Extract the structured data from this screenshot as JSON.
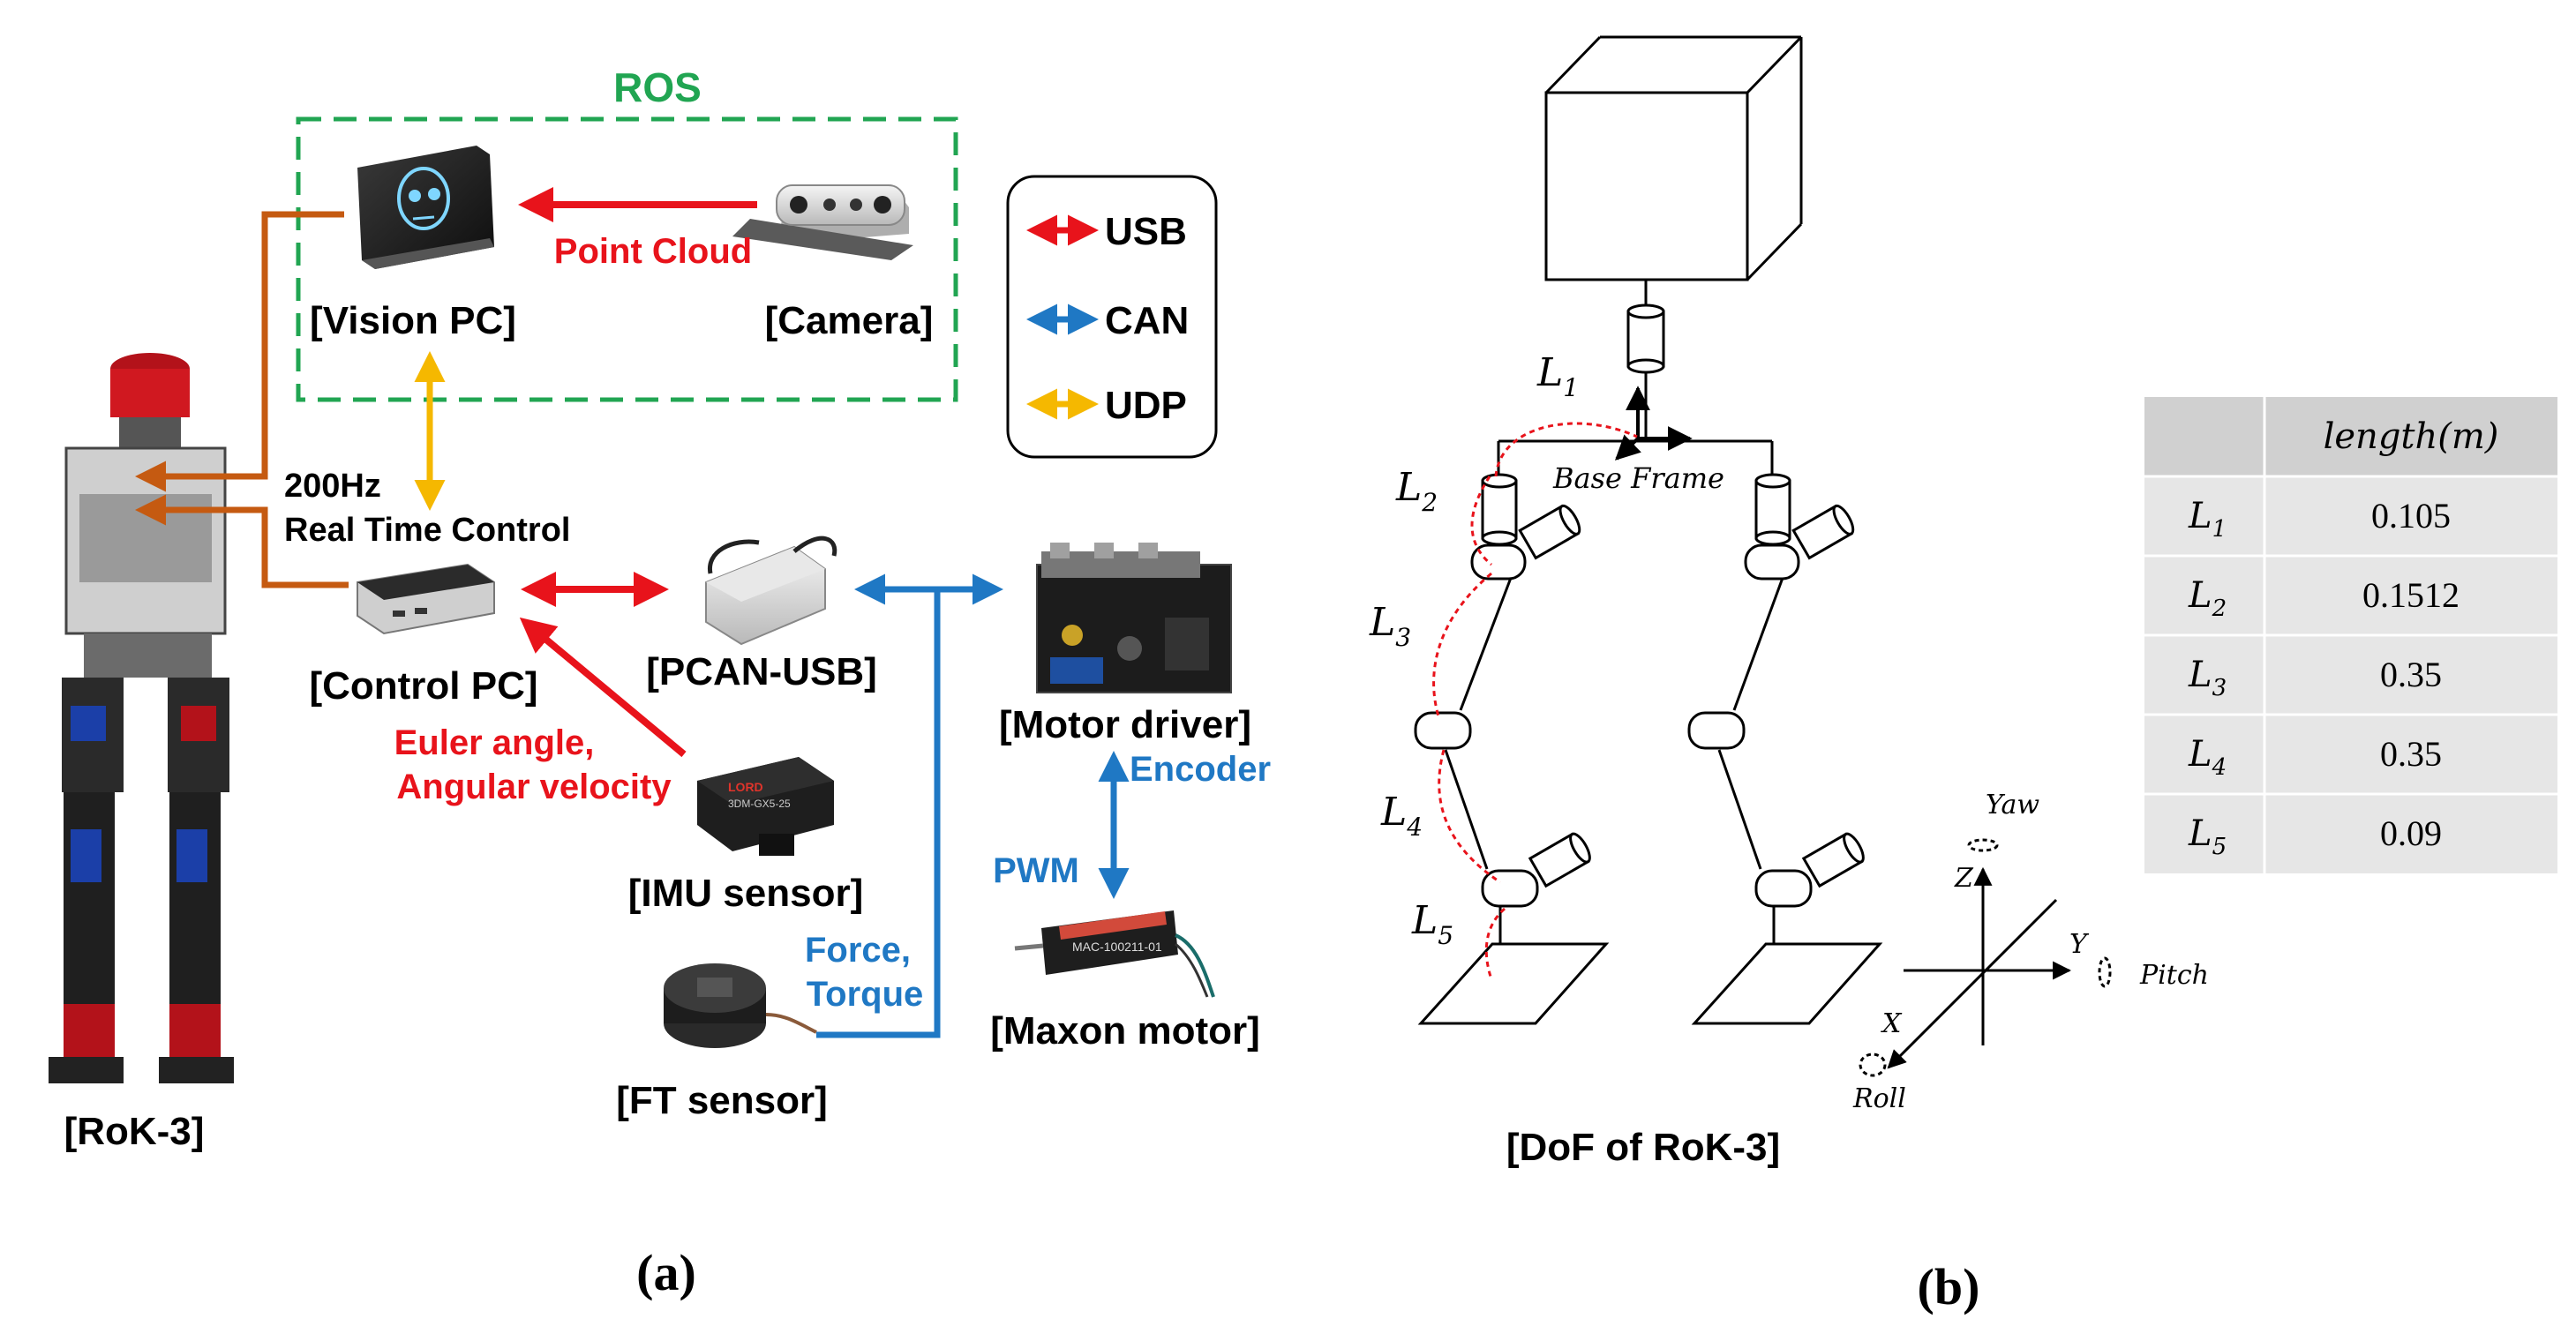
{
  "panel_a": {
    "ros_label": "ROS",
    "components": {
      "vision_pc": "[Vision PC]",
      "camera": "[Camera]",
      "control_pc": "[Control PC]",
      "pcan_usb": "[PCAN-USB]",
      "motor_driver": "[Motor driver]",
      "imu_sensor": "[IMU sensor]",
      "ft_sensor": "[FT sensor]",
      "maxon_motor": "[Maxon motor]",
      "robot": "[RoK-3]"
    },
    "signals": {
      "point_cloud": "Point Cloud",
      "rate": "200Hz",
      "real_time_control": "Real Time Control",
      "euler_angle": "Euler angle,",
      "angular_velocity": "Angular velocity",
      "encoder": "Encoder",
      "pwm": "PWM",
      "force": "Force,",
      "torque": "Torque"
    },
    "legend": {
      "usb": "USB",
      "can": "CAN",
      "udp": "UDP"
    },
    "device_text": {
      "imu_brand": "LORD",
      "imu_model": "3DM-GX5-25",
      "motor_label": "MAC-100211-01"
    },
    "caption": "(a)"
  },
  "panel_b": {
    "base_frame": "Base Frame",
    "link_labels": {
      "l1": "L",
      "l2": "L",
      "l3": "L",
      "l4": "L",
      "l5": "L"
    },
    "link_subs": [
      "1",
      "2",
      "3",
      "4",
      "5"
    ],
    "axes": {
      "yaw": "Yaw",
      "pitch": "Pitch",
      "roll": "Roll",
      "x": "X",
      "y": "Y",
      "z": "Z"
    },
    "title": "[DoF of RoK-3]",
    "caption": "(b)",
    "table": {
      "header": "length(m)",
      "rows": [
        {
          "name": "L",
          "sub": "1",
          "value": "0.105"
        },
        {
          "name": "L",
          "sub": "2",
          "value": "0.1512"
        },
        {
          "name": "L",
          "sub": "3",
          "value": "0.35"
        },
        {
          "name": "L",
          "sub": "4",
          "value": "0.35"
        },
        {
          "name": "L",
          "sub": "5",
          "value": "0.09"
        }
      ]
    }
  },
  "colors": {
    "usb": "#e8131b",
    "can": "#1f78c4",
    "udp": "#f5b800",
    "power": "#c55a11",
    "ros_box": "#21a552",
    "table_header": "#d0d0d0",
    "table_row": "#e6e6e6"
  }
}
